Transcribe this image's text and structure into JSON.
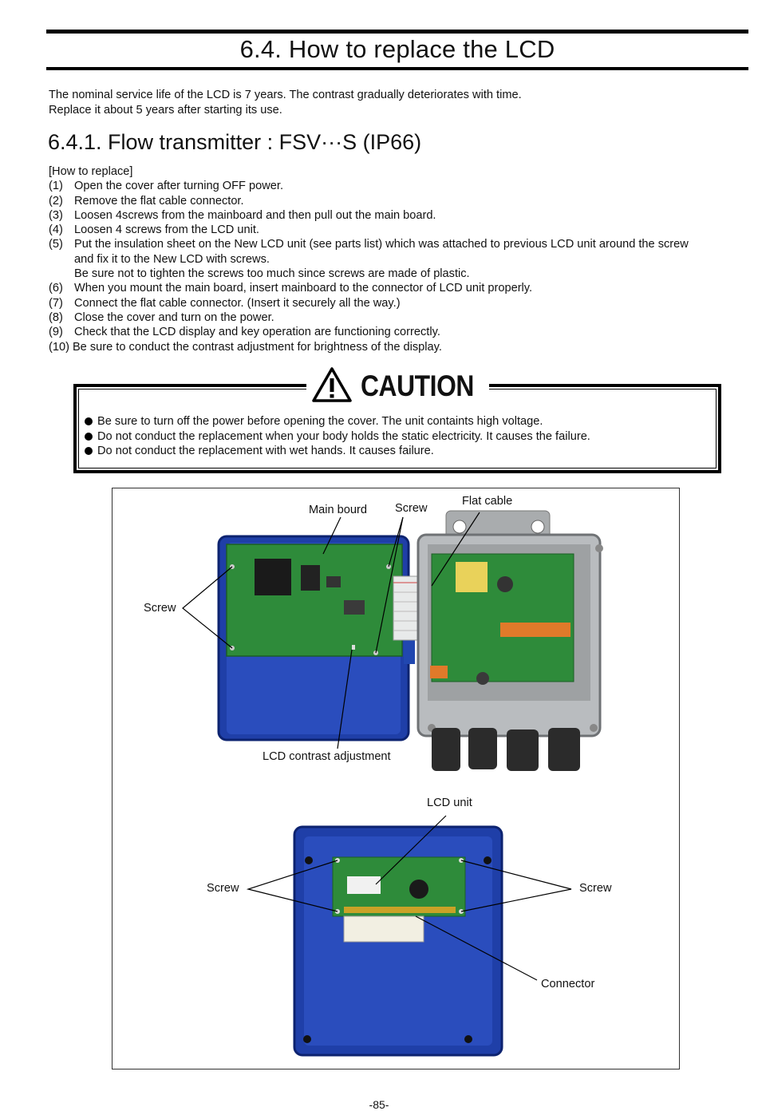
{
  "heading": {
    "title": "6.4. How to replace the LCD"
  },
  "intro": {
    "line1": "The nominal service life of the LCD is 7 years. The contrast gradually deteriorates with time.",
    "line2": "Replace it about 5 years after starting its use."
  },
  "subsection": {
    "title": "6.4.1. Flow transmitter : FSV···S (IP66)"
  },
  "procedure": {
    "heading": "[How to replace]",
    "steps": [
      {
        "num": "(1)",
        "lines": [
          "Open the cover after turning OFF power."
        ]
      },
      {
        "num": "(2)",
        "lines": [
          "Remove the flat cable connector."
        ]
      },
      {
        "num": "(3)",
        "lines": [
          "Loosen 4screws from the mainboard and then pull out the main board."
        ]
      },
      {
        "num": "(4)",
        "lines": [
          "Loosen 4 screws from the LCD unit."
        ]
      },
      {
        "num": "(5)",
        "lines": [
          "Put the insulation sheet on the New LCD unit (see parts list) which was attached to previous LCD unit around the screw",
          "and fix it to the New LCD with screws.",
          "Be sure not to tighten the screws too much since screws are made of plastic."
        ]
      },
      {
        "num": "(6)",
        "lines": [
          "When you mount the main board, insert mainboard to the connector of LCD unit properly."
        ]
      },
      {
        "num": "(7)",
        "lines": [
          "Connect the flat cable connector. (Insert it securely all the way.)"
        ]
      },
      {
        "num": "(8)",
        "lines": [
          "Close the cover and turn on the power."
        ]
      },
      {
        "num": "(9)",
        "lines": [
          "Check that the LCD display and key operation are functioning correctly."
        ]
      },
      {
        "num": "(10)",
        "lines": [
          "Be sure to conduct the contrast adjustment for brightness of the display."
        ]
      }
    ]
  },
  "caution": {
    "label": "CAUTION",
    "icon": "warning-triangle-icon",
    "items": [
      "Be sure to turn off the power before opening the cover. The unit containts high voltage.",
      "Do not conduct the replacement when your body holds the static electricity. It causes the failure.",
      "Do not conduct the replacement with wet hands. It causes failure."
    ]
  },
  "figure": {
    "callouts": {
      "main_board": "Main bourd",
      "screw_top": "Screw",
      "flat_cable": "Flat cable",
      "screw_left": "Screw",
      "lcd_contrast": "LCD contrast adjustment",
      "lcd_unit": "LCD unit",
      "screw_lower_left": "Screw",
      "screw_lower_right": "Screw",
      "connector": "Connector"
    },
    "colors": {
      "housing_blue": "#1f3fa8",
      "pcb_green": "#2e8b3a",
      "enclosure_gray": "#b9bcbf"
    }
  },
  "footer": {
    "page": "-85-"
  }
}
